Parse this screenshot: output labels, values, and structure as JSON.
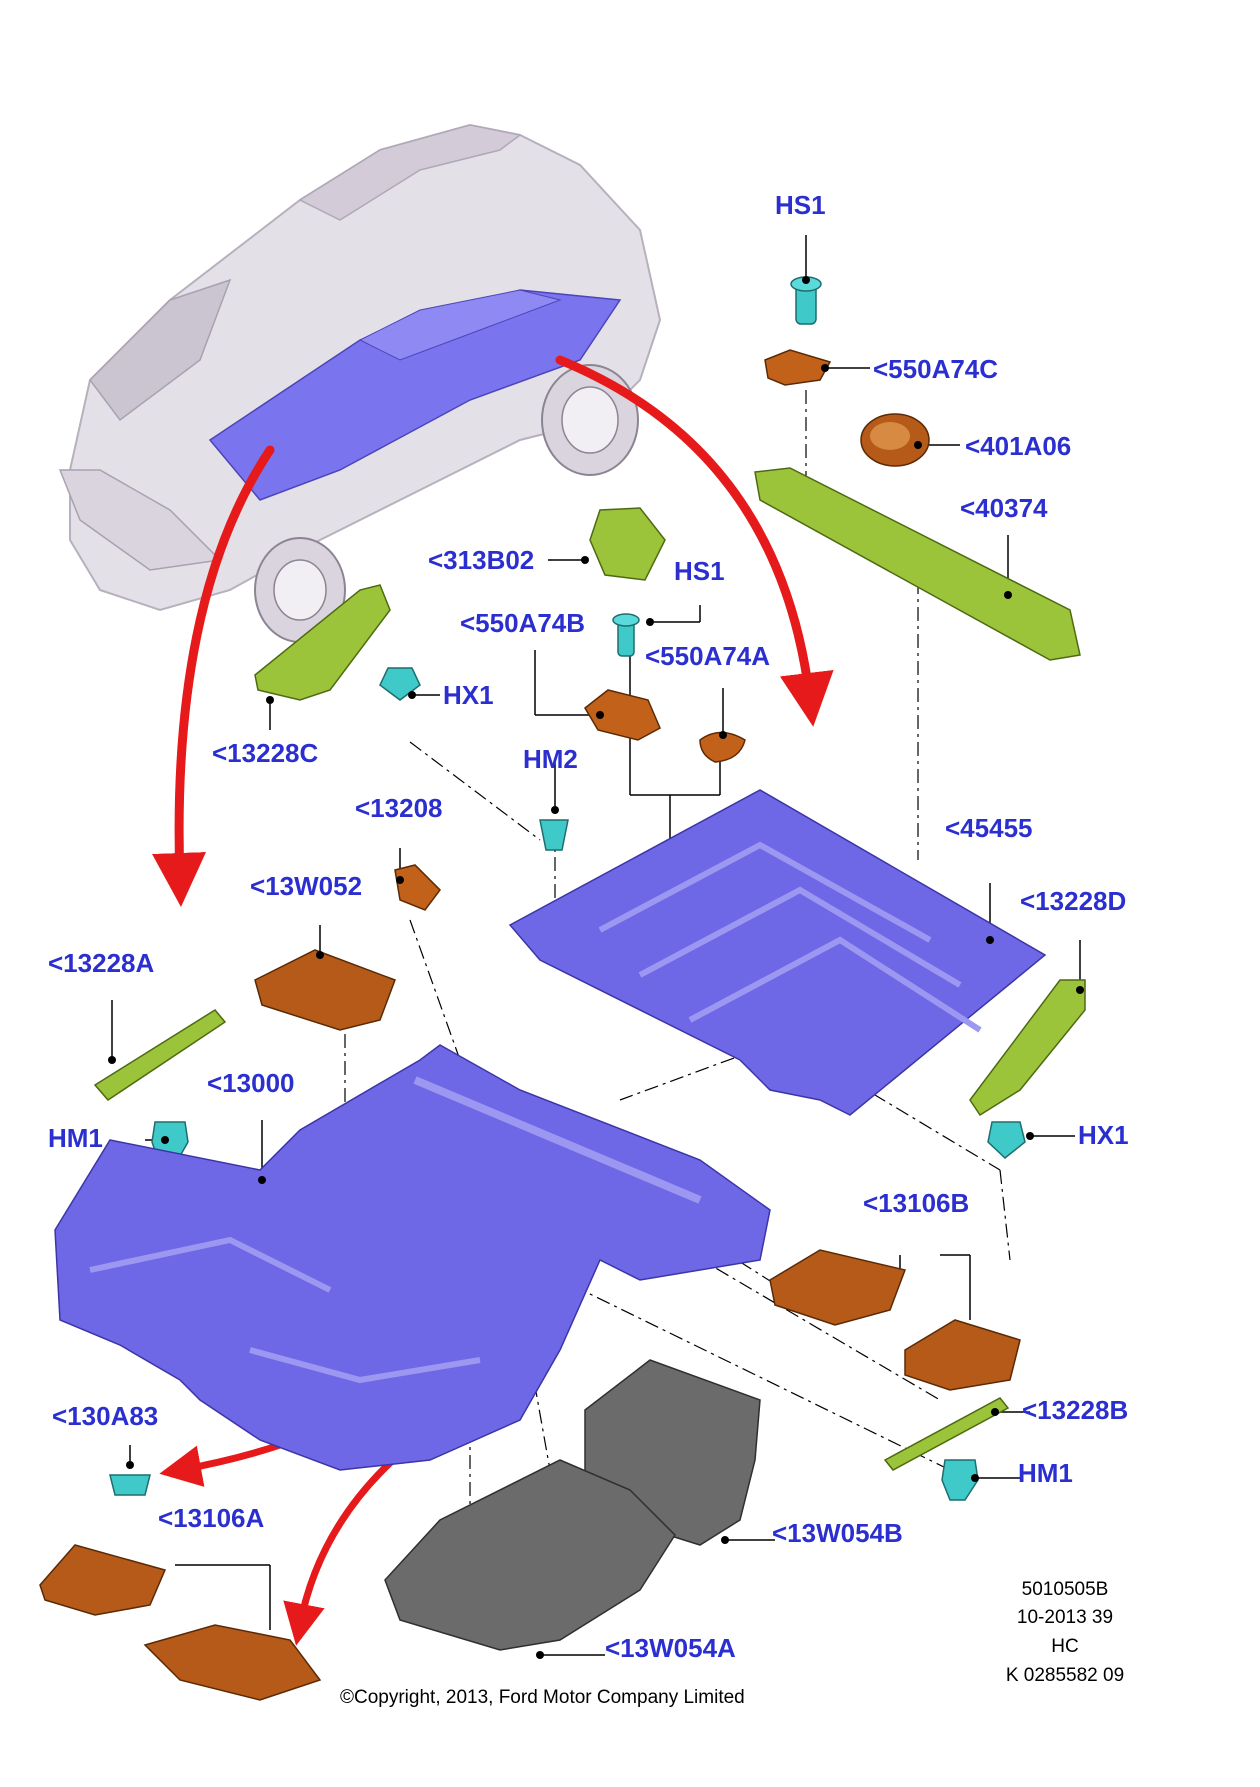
{
  "callouts": {
    "hs1_top": "HS1",
    "c550a74c": "<550A74C",
    "c401a06": "<401A06",
    "c40374": "<40374",
    "c313b02": "<313B02",
    "hs1_mid": "HS1",
    "c550a74b": "<550A74B",
    "c550a74a": "<550A74A",
    "hx1_left": "HX1",
    "c13228c": "<13228C",
    "hm2": "HM2",
    "c13208": "<13208",
    "c45455": "<45455",
    "c13228d": "<13228D",
    "c13w052": "<13W052",
    "c13228a": "<13228A",
    "c13000": "<13000",
    "hm1_left": "HM1",
    "hx1_right": "HX1",
    "c13106b": "<13106B",
    "c13228b": "<13228B",
    "c130a83": "<130A83",
    "hm1_right": "HM1",
    "c13106a": "<13106A",
    "c13w054b": "<13W054B",
    "c13w054a": "<13W054A"
  },
  "footer": {
    "ref_line1": "5010505B",
    "ref_line2": "10-2013 39",
    "ref_line3": "HC",
    "ref_line4": "K 0285582 09",
    "copyright": "©Copyright, 2013, Ford Motor Company Limited"
  },
  "colors": {
    "callout_text": "#2b2fd0",
    "carpet_blue": "#6e68e6",
    "trim_green": "#9cc43a",
    "mat_brown": "#b8621c",
    "clip_cyan": "#3cc8c8",
    "foam_grey": "#6b6b6b",
    "arrow_red": "#e61a1a"
  }
}
